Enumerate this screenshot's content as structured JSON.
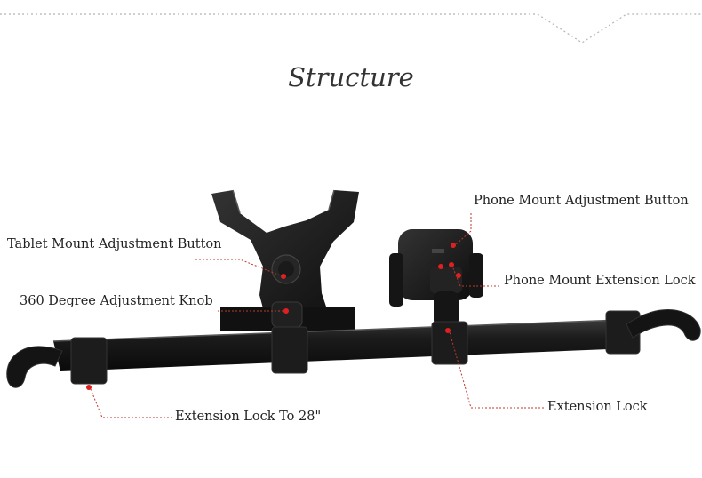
{
  "title": "Structure",
  "labels": {
    "tablet_mount_adjustment_button": "Tablet Mount Adjustment Button",
    "degree_adjustment_knob": "360 Degree Adjustment Knob",
    "phone_mount_adjustment_button": "Phone Mount Adjustment Button",
    "phone_mount_extension_lock": "Phone Mount Extension Lock",
    "extension_lock_to_28": "Extension Lock To 28\"",
    "extension_lock": "Extension Lock"
  },
  "colors": {
    "leader_line": "#c0392b",
    "marker": "#e02020",
    "product": "#1a1a1a",
    "divider": "#b5b5b5"
  }
}
